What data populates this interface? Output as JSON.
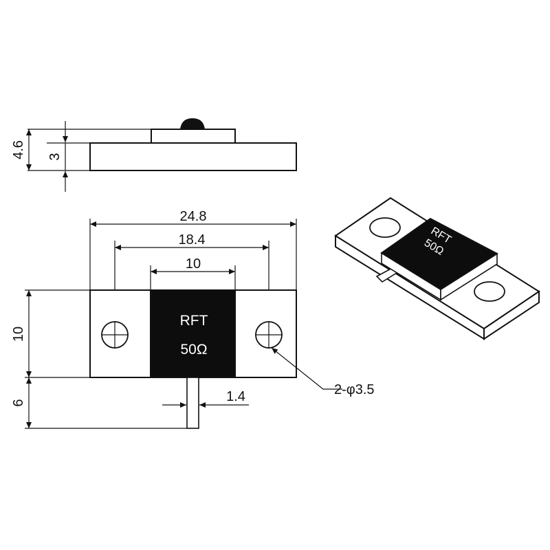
{
  "side_view": {
    "total_height": "4.6",
    "base_height": "3"
  },
  "top_view": {
    "overall_width": "24.8",
    "hole_spacing": "18.4",
    "chip_width": "10",
    "body_height": "10",
    "lead_length": "6",
    "lead_width": "1.4",
    "hole_callout": "2-φ3.5",
    "chip_marking_line1": "RFT",
    "chip_marking_line2": "50Ω"
  },
  "iso_view": {
    "chip_marking_line1": "RFT",
    "chip_marking_line2": "50Ω"
  },
  "colors": {
    "line": "#111111",
    "chip": "#0d0d0d",
    "background": "#ffffff"
  }
}
